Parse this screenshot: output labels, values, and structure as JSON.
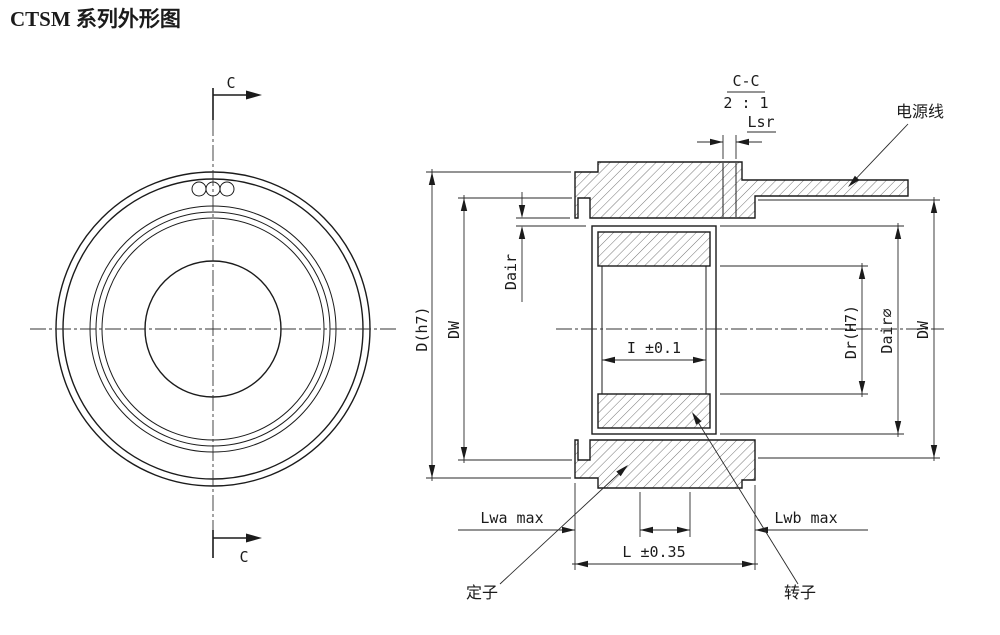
{
  "title": "CTSM 系列外形图",
  "section_view": {
    "name": "C-C",
    "scale": "2 : 1"
  },
  "section_marks": {
    "top": "C",
    "bottom": "C"
  },
  "dimensions": {
    "lsr": "Lsr",
    "d_h7": "D(h7)",
    "dw_left": "DW",
    "dair": "Dair",
    "i_tol": "I ±0.1",
    "dr_h7": "Dr(H7)",
    "dair_dia": "Dair∅",
    "dw_right": "DW",
    "lwa_max": "Lwa max",
    "lwb_max": "Lwb max",
    "l_tol": "L ±0.35"
  },
  "callouts": {
    "power_cable": "电源线",
    "stator": "定子",
    "rotor": "转子"
  },
  "colors": {
    "title": "#cc1111",
    "line": "#1b1b1b",
    "background": "#ffffff"
  }
}
